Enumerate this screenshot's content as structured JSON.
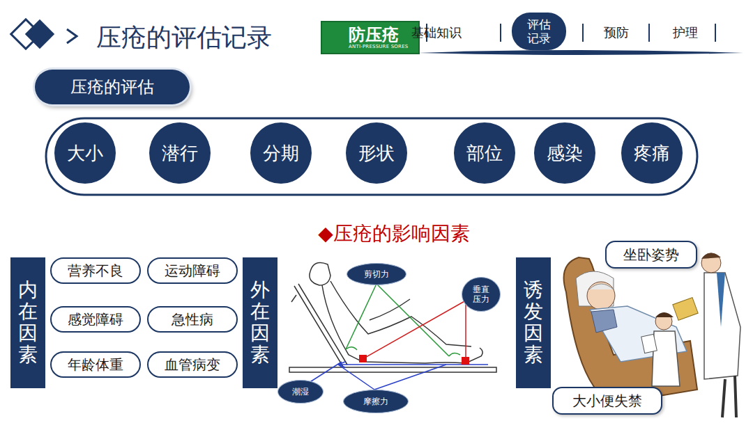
{
  "diagram": {
    "title": "压疮的评估记录",
    "nodes": [
      {
        "text": [
          "防压疮",
          "ANTI-PRESSURE SORES"
        ]
      },
      {
        "text": [
          "评估记录"
        ]
      },
      {
        "text": [
          "压疮的评估"
        ]
      },
      {
        "text": [
          "大小"
        ]
      },
      {
        "text": [
          "潜行"
        ]
      },
      {
        "text": [
          "分期"
        ]
      },
      {
        "text": [
          "形状"
        ]
      },
      {
        "text": [
          "部位"
        ]
      },
      {
        "text": [
          "感染"
        ]
      },
      {
        "text": [
          "疼痛"
        ]
      },
      {
        "text": [
          "内在因素"
        ]
      },
      {
        "text": [
          "营养不良"
        ]
      },
      {
        "text": [
          "运动障碍"
        ]
      },
      {
        "text": [
          "感觉障碍"
        ]
      },
      {
        "text": [
          "急性病"
        ]
      },
      {
        "text": [
          "年龄体重"
        ]
      },
      {
        "text": [
          "血管病变"
        ]
      },
      {
        "text": [
          "外在因素"
        ]
      },
      {
        "text": [
          "剪切力"
        ]
      },
      {
        "text": [
          "垂直压力"
        ]
      },
      {
        "text": [
          "潮湿"
        ]
      },
      {
        "text": [
          "摩擦力"
        ]
      },
      {
        "text": [
          "诱发因素"
        ]
      },
      {
        "text": [
          "坐卧姿势"
        ]
      },
      {
        "text": [
          "大小便失禁"
        ]
      }
    ],
    "labels": [
      "基础知识",
      "预防",
      "护理",
      "◆压疮的影响因素"
    ]
  }
}
